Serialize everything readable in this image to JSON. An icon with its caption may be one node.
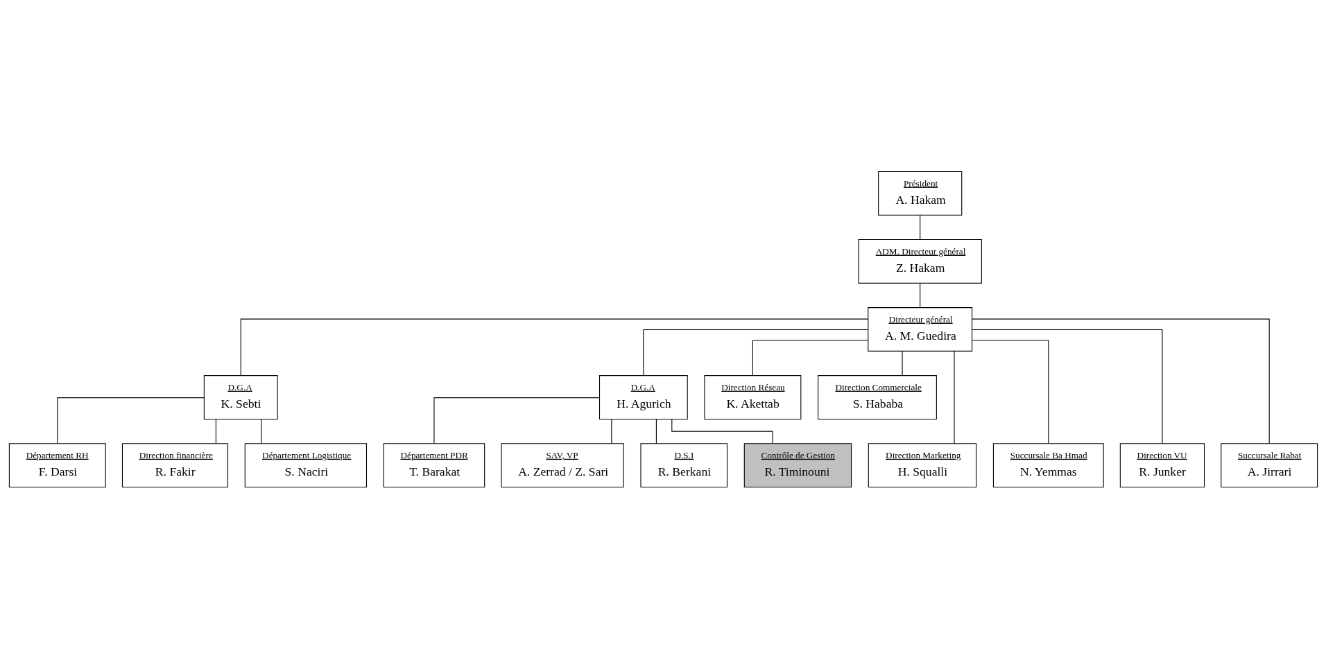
{
  "diagram": {
    "nodes": [
      {
        "text": [
          "Président",
          "A. Hakam"
        ]
      },
      {
        "text": [
          "ADM. Directeur général",
          "Z. Hakam"
        ]
      },
      {
        "text": [
          "Directeur général",
          "A. M. Guedira"
        ]
      },
      {
        "text": [
          "D.G.A",
          "K. Sebti"
        ]
      },
      {
        "text": [
          "D.G.A",
          "H. Agurich"
        ]
      },
      {
        "text": [
          "Direction Réseau",
          "K. Akettab"
        ]
      },
      {
        "text": [
          "Direction Commerciale",
          "S. Hababa"
        ]
      },
      {
        "text": [
          "Département RH",
          "F. Darsi"
        ]
      },
      {
        "text": [
          "Direction financière",
          "R. Fakir"
        ]
      },
      {
        "text": [
          "Département PDR",
          "T. Barakat"
        ]
      },
      {
        "text": [
          "SAV, VP",
          "A. Zerrad / Z. Sari"
        ]
      },
      {
        "text": [
          "Direction Marketing",
          "H. Squalli"
        ]
      },
      {
        "text": [
          "Succursale Ba Hmad",
          "N. Yemmas"
        ]
      },
      {
        "text": [
          "Département Logistique",
          "S. Naciri"
        ]
      },
      {
        "text": [
          "D.S.I",
          "R. Berkani"
        ]
      },
      {
        "text": [
          "Contrôle de Gestion",
          "R. Timinouni"
        ]
      },
      {
        "text": [
          "Direction VU",
          "R. Junker"
        ]
      },
      {
        "text": [
          "Succursale Rabat",
          "A. Jirrari"
        ]
      }
    ],
    "edges": [
      {
        "from": 0,
        "to": 1,
        "arrow": "none"
      },
      {
        "from": 1,
        "to": 2,
        "arrow": "none"
      },
      {
        "from": 2,
        "to": 3,
        "arrow": "none"
      },
      {
        "from": 2,
        "to": 4,
        "arrow": "none"
      },
      {
        "from": 2,
        "to": 5,
        "arrow": "none"
      },
      {
        "from": 2,
        "to": 6,
        "arrow": "none"
      },
      {
        "from": 2,
        "to": 11,
        "arrow": "none"
      },
      {
        "from": 2,
        "to": 12,
        "arrow": "none"
      },
      {
        "from": 2,
        "to": 16,
        "arrow": "none"
      },
      {
        "from": 2,
        "to": 17,
        "arrow": "none"
      },
      {
        "from": 3,
        "to": 7,
        "arrow": "none"
      },
      {
        "from": 3,
        "to": 8,
        "arrow": "none"
      },
      {
        "from": 3,
        "to": 13,
        "arrow": "none"
      },
      {
        "from": 4,
        "to": 9,
        "arrow": "none"
      },
      {
        "from": 4,
        "to": 10,
        "arrow": "none"
      },
      {
        "from": 4,
        "to": 14,
        "arrow": "none"
      },
      {
        "from": 4,
        "to": 15,
        "arrow": "none"
      }
    ]
  }
}
